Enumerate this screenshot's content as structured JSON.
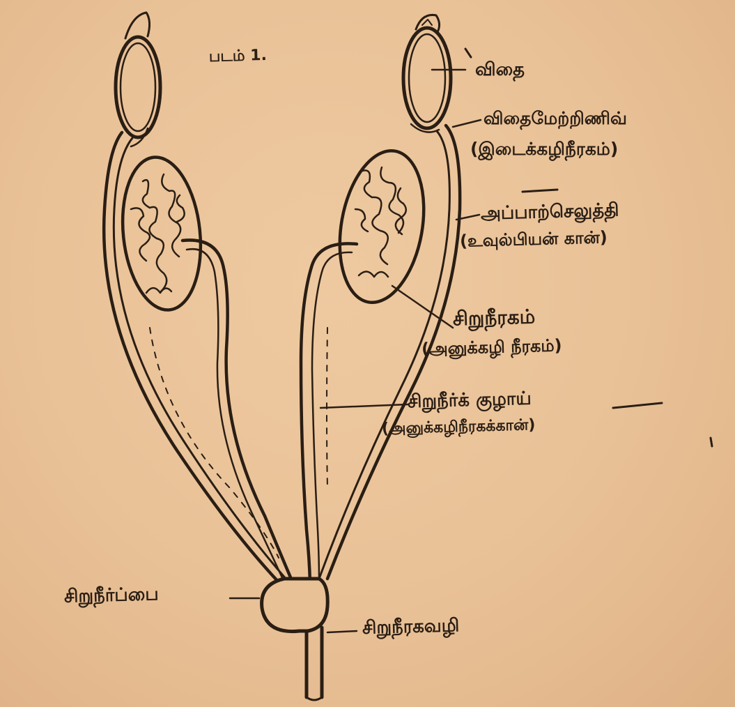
{
  "labels": {
    "title": "படம் 1.",
    "seed": "விதை",
    "epididymis": "விதைமேற்றிணிவ்",
    "epididymis_alt": "(இடைக்கழிநீரகம்)",
    "wolffian_duct": "அப்பாற்செலுத்தி",
    "wolffian_duct_alt": "(உவுல்பியன் கான்)",
    "kidney": "சிறுநீரகம்",
    "kidney_alt": "(அனுக்கழி நீரகம்)",
    "ureter": "சிறுநீர்க் குழாய்",
    "ureter_alt": "(அனுக்கழிநீரகக்கான்)",
    "bladder": "சிறுநீர்ப்பை",
    "urethra": "சிறுநீரகவழி"
  },
  "colors": {
    "paper": "#e9c197",
    "ink": "#2a1e14"
  }
}
